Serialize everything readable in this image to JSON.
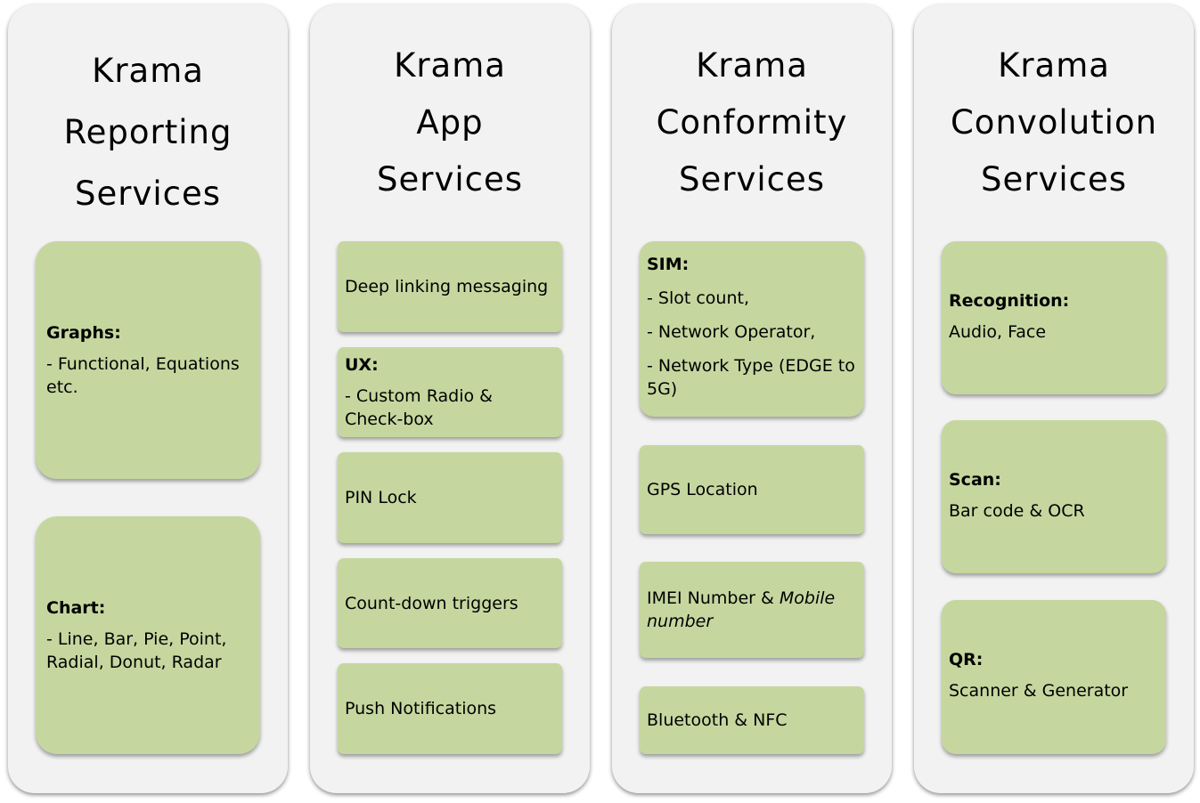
{
  "columns": [
    {
      "title": [
        "Krama",
        "Reporting",
        "Services"
      ],
      "cards": [
        {
          "heading": "Graphs:",
          "text": "- Functional, Equations etc."
        },
        {
          "heading": "Chart:",
          "text": "- Line, Bar, Pie, Point, Radial, Donut, Radar"
        }
      ]
    },
    {
      "title": [
        "Krama",
        "App",
        "Services"
      ],
      "cards": [
        {
          "text": "Deep linking messaging"
        },
        {
          "heading": "UX:",
          "text": "- Custom Radio & Check-box"
        },
        {
          "text": "PIN Lock"
        },
        {
          "text": "Count-down triggers"
        },
        {
          "text": "Push Notifications"
        }
      ]
    },
    {
      "title": [
        "Krama",
        "Conformity",
        "Services"
      ],
      "cards": [
        {
          "heading": "SIM:",
          "lines": [
            "- Slot count,",
            "- Network Operator,",
            "- Network Type (EDGE to 5G)"
          ]
        },
        {
          "text": "GPS Location"
        },
        {
          "text": "IMEI Number & ",
          "italic": "Mobile number"
        },
        {
          "text": "Bluetooth & NFC"
        }
      ]
    },
    {
      "title": [
        "Krama",
        "Convolution",
        "Services"
      ],
      "cards": [
        {
          "heading": "Recognition:",
          "text": "Audio, Face"
        },
        {
          "heading": "Scan:",
          "text": "Bar code & OCR"
        },
        {
          "heading": "QR:",
          "text": "Scanner & Generator"
        }
      ]
    }
  ]
}
